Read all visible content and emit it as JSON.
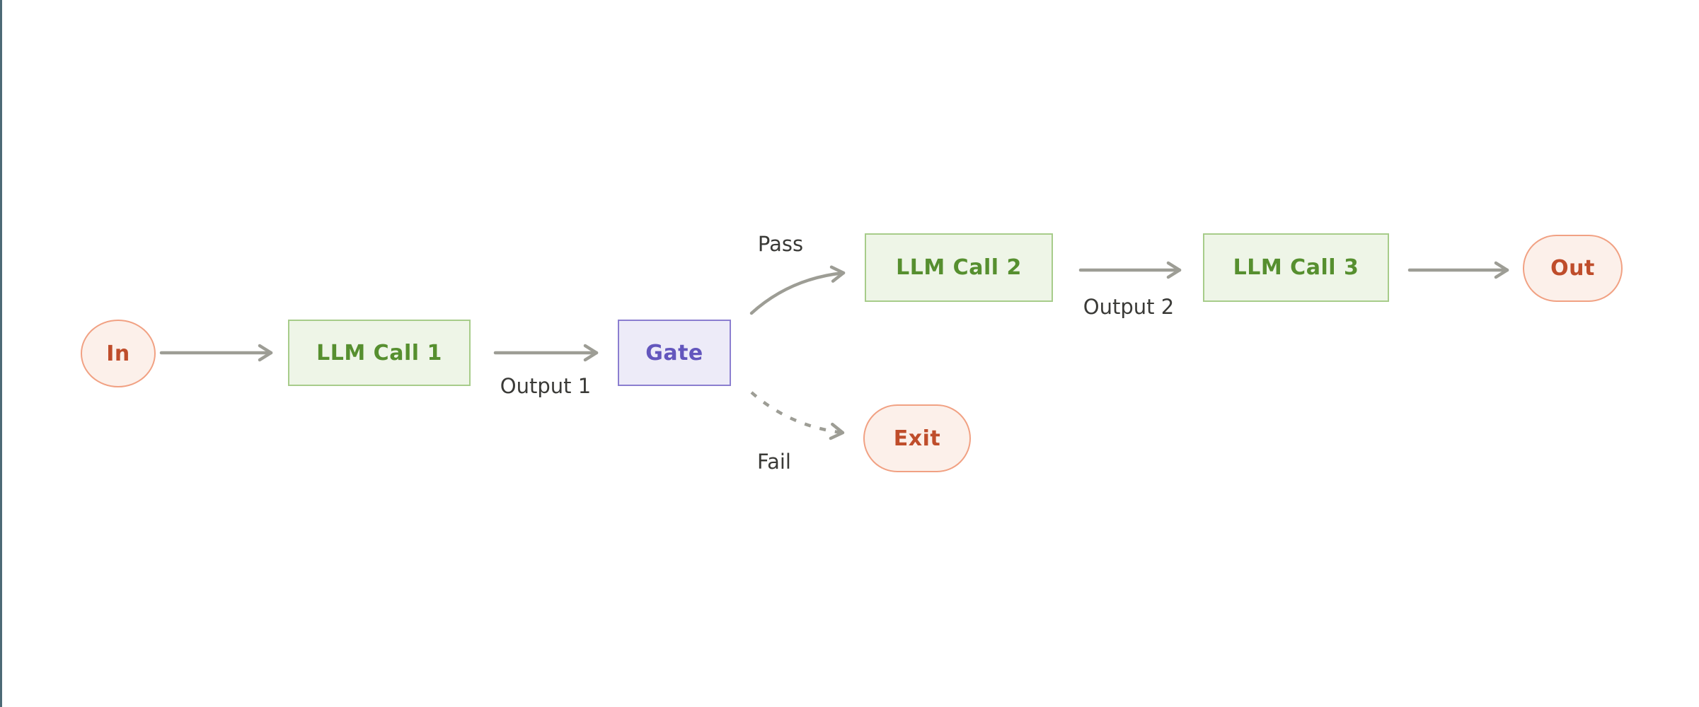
{
  "colors": {
    "canvas-bg": "#ffffff",
    "edge-accent": "#4d6a76",
    "arrow": "#9d9d95",
    "label-text": "#3a3a37",
    "process-bg": "#eef5e7",
    "process-border": "#a7cc8a",
    "process-text": "#568f2f",
    "gate-bg": "#edebf8",
    "gate-border": "#8b7ed0",
    "gate-text": "#6356bd",
    "terminal-bg": "#fcf0ea",
    "terminal-border": "#f1a183",
    "terminal-text": "#bf4d2b"
  },
  "diagram": {
    "nodes": {
      "in": {
        "label": "In",
        "type": "terminal"
      },
      "llm1": {
        "label": "LLM Call 1",
        "type": "process"
      },
      "gate": {
        "label": "Gate",
        "type": "gate"
      },
      "llm2": {
        "label": "LLM Call 2",
        "type": "process"
      },
      "llm3": {
        "label": "LLM Call 3",
        "type": "process"
      },
      "out": {
        "label": "Out",
        "type": "terminal"
      },
      "exit": {
        "label": "Exit",
        "type": "terminal"
      }
    },
    "edge_labels": {
      "output1": "Output 1",
      "output2": "Output 2",
      "pass": "Pass",
      "fail": "Fail"
    },
    "edges": [
      {
        "from": "In",
        "to": "LLM Call 1",
        "label": "",
        "style": "solid"
      },
      {
        "from": "LLM Call 1",
        "to": "Gate",
        "label": "Output 1",
        "style": "solid"
      },
      {
        "from": "Gate",
        "to": "LLM Call 2",
        "label": "Pass",
        "style": "solid-curved"
      },
      {
        "from": "LLM Call 2",
        "to": "LLM Call 3",
        "label": "Output 2",
        "style": "solid"
      },
      {
        "from": "LLM Call 3",
        "to": "Out",
        "label": "",
        "style": "solid"
      },
      {
        "from": "Gate",
        "to": "Exit",
        "label": "Fail",
        "style": "dashed-curved"
      }
    ]
  }
}
